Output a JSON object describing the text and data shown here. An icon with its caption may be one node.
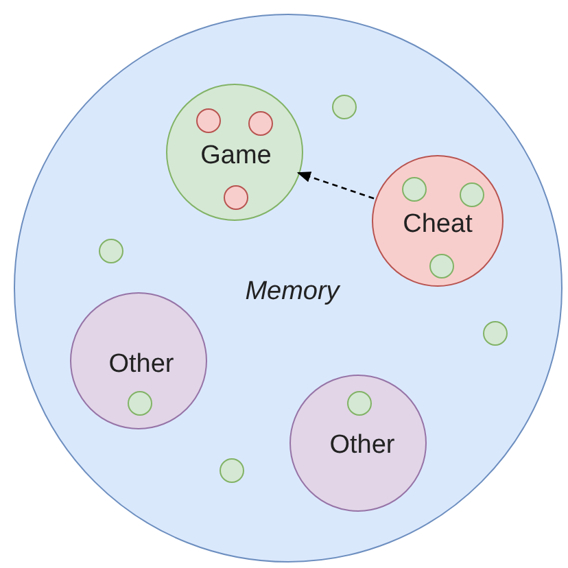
{
  "diagram": {
    "nodes": [
      {
        "text": [
          "Memory"
        ]
      },
      {
        "text": [
          "Game"
        ],
        "in": 0
      },
      {
        "text": [],
        "shape": "circle",
        "in": 1
      },
      {
        "text": [],
        "shape": "circle",
        "in": 1
      },
      {
        "text": [],
        "shape": "circle",
        "in": 1
      },
      {
        "text": [],
        "shape": "circle",
        "in": 0
      },
      {
        "text": [
          "Cheat"
        ],
        "in": 0
      },
      {
        "text": [],
        "shape": "circle",
        "in": 6
      },
      {
        "text": [],
        "shape": "circle",
        "in": 6
      },
      {
        "text": [],
        "shape": "circle",
        "in": 6
      },
      {
        "text": [],
        "shape": "circle",
        "in": 0
      },
      {
        "text": [
          "Other"
        ],
        "in": 0
      },
      {
        "text": [],
        "shape": "circle",
        "in": 11
      },
      {
        "text": [],
        "shape": "circle",
        "in": 0
      },
      {
        "text": [
          "Other"
        ],
        "in": 0
      },
      {
        "text": [],
        "shape": "circle",
        "in": 14
      },
      {
        "text": [],
        "shape": "circle",
        "in": 0
      }
    ],
    "edges": [
      {
        "from": 6,
        "to": 1,
        "arrow": "to",
        "style": "dashed"
      }
    ]
  }
}
